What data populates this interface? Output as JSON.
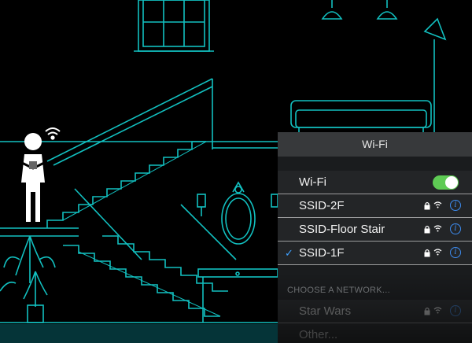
{
  "panel": {
    "title": "Wi-Fi",
    "wifi_toggle_label": "Wi-Fi",
    "wifi_enabled": true,
    "networks": [
      {
        "name": "SSID-2F",
        "connected": false,
        "locked": true
      },
      {
        "name": "SSID-Floor Stair",
        "connected": false,
        "locked": true
      },
      {
        "name": "SSID-1F",
        "connected": true,
        "locked": true
      }
    ],
    "check_mark": "✓",
    "info_glyph": "i",
    "choose_network_label": "CHOOSE A NETWORK...",
    "other_networks": [
      {
        "name": "Star Wars",
        "locked": true
      },
      {
        "name": "Other..."
      }
    ]
  },
  "colors": {
    "line_art": "#12c0c0",
    "toggle_on": "#5ecb54",
    "info_blue": "#3d8cf0",
    "check_blue": "#3ea0ff"
  },
  "icons": [
    "person-icon",
    "wifi-signal-icon",
    "lock-icon",
    "info-icon",
    "check-icon",
    "toggle-switch"
  ]
}
